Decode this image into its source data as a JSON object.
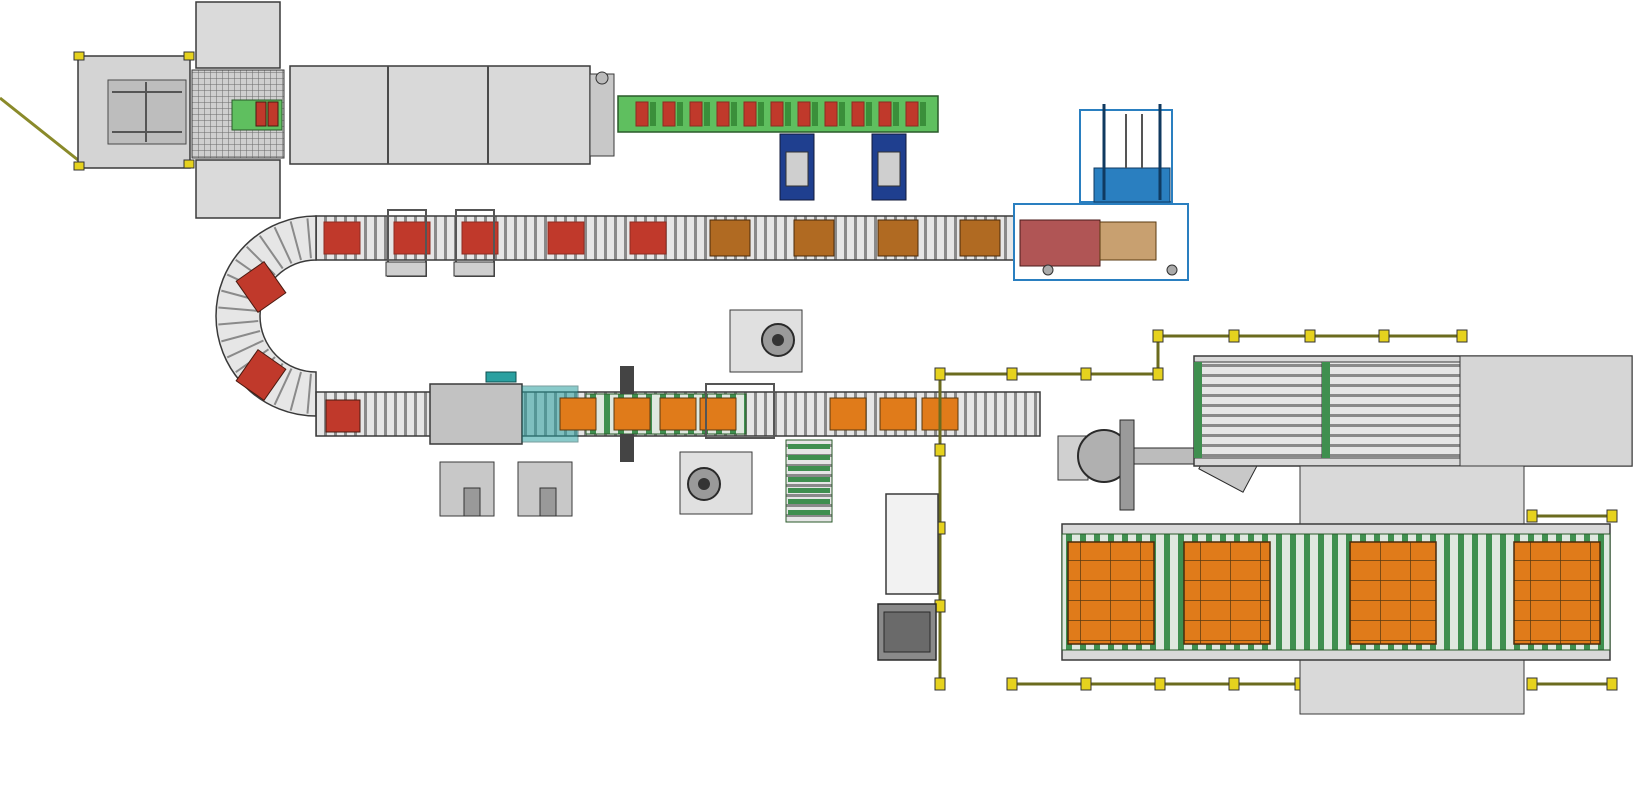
{
  "diagram": {
    "kind": "packaging-line-plan-view",
    "labels": [],
    "colors": {
      "product_red": "#c0392b",
      "product_red_dark": "#8e2a20",
      "product_orange": "#e07b1a",
      "box_brown": "#b06a22",
      "conveyor_green": "#5fbf5f",
      "roller_green": "#3f8f4f",
      "frame_gray": "#d9d9d9",
      "frame_dark": "#5a5a5a",
      "fence_yellow": "#e6d21e",
      "fence_rail": "#6b6b1e",
      "navy": "#1f3f8f",
      "wrapper_blue": "#2a7fc0",
      "teal": "#2aa0a0"
    },
    "components": [
      "infeed-platform",
      "upper-enclosure",
      "green-infeed-conveyor",
      "operator-stations",
      "roller-conveyor-top",
      "curved-roller-conveyor",
      "box-erector",
      "roller-conveyor-middle",
      "taping-units",
      "green-transfer-conveyor",
      "palletizing-robot",
      "pallet-stations",
      "safety-fence",
      "control-cabinet"
    ]
  }
}
